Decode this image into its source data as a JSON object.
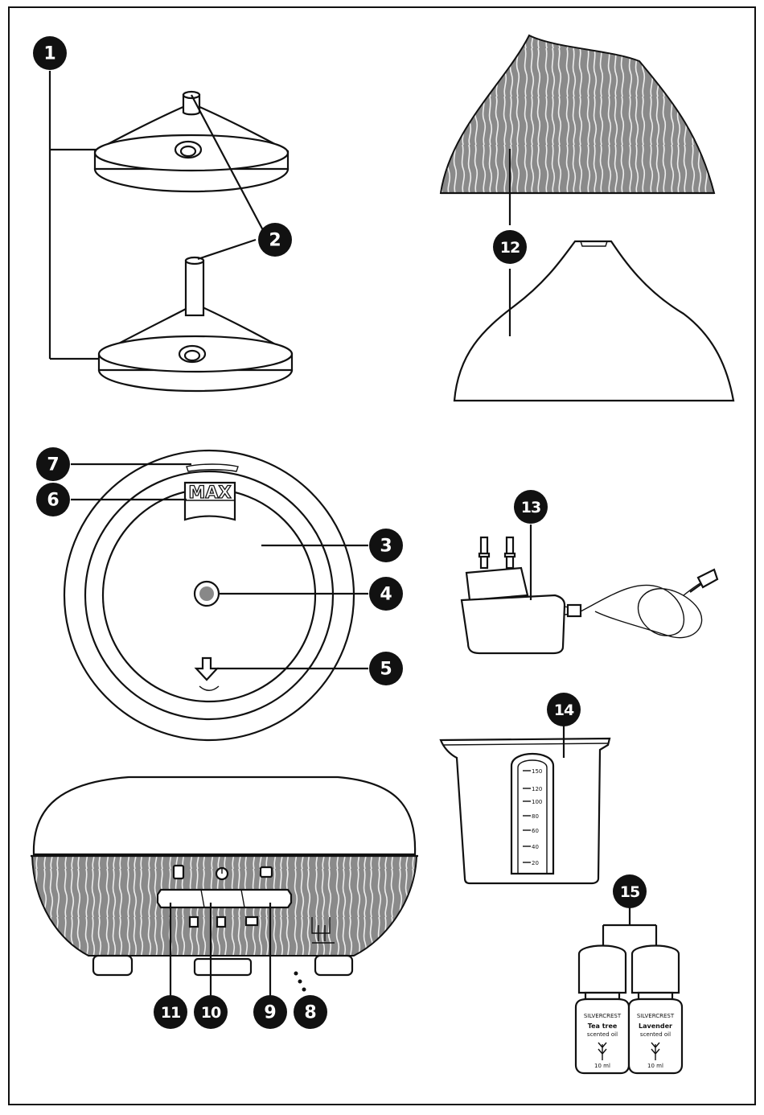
{
  "callouts": {
    "c1": "1",
    "c2": "2",
    "c3": "3",
    "c4": "4",
    "c5": "5",
    "c6": "6",
    "c7": "7",
    "c8": "8",
    "c9": "9",
    "c10": "10",
    "c11": "11",
    "c12": "12",
    "c13": "13",
    "c14": "14",
    "c15": "15"
  },
  "tank": {
    "max_label": "MAX"
  },
  "cup": {
    "scale": [
      "150",
      "120",
      "100",
      "80",
      "60",
      "40",
      "20"
    ]
  },
  "bottles": [
    {
      "brand": "SILVERCREST",
      "name": "Tea tree",
      "desc": "scented oil",
      "volume": "10 ml"
    },
    {
      "brand": "SILVERCREST",
      "name": "Lavender",
      "desc": "scented oil",
      "volume": "10 ml"
    }
  ],
  "colors": {
    "line": "#111111",
    "wood": "#8a8a8a",
    "background": "#ffffff"
  }
}
